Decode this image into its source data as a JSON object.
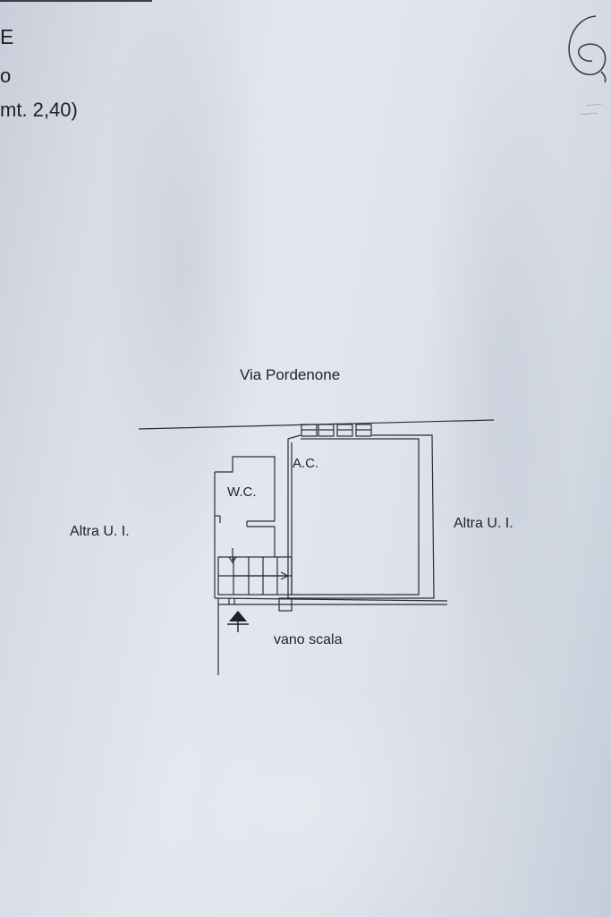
{
  "header": {
    "line1": "E",
    "line2": "o",
    "line3": "mt. 2,40)"
  },
  "plan": {
    "street": "Via Pordenone",
    "neighbor_left": "Altra U. I.",
    "neighbor_right": "Altra U. I.",
    "room_main": "A.C.",
    "room_wc": "W.C.",
    "stairwell": "vano scala"
  },
  "page_number": "6"
}
